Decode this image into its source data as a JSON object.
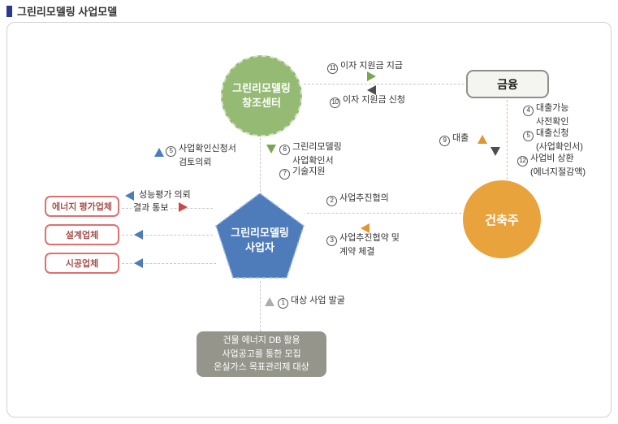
{
  "page": {
    "title": "그린리모델링 사업모델"
  },
  "nodes": {
    "center": {
      "line1": "그린리모델링",
      "line2": "창조센터"
    },
    "finance": {
      "label": "금융"
    },
    "owner": {
      "label": "건축주"
    },
    "operator": {
      "line1": "그린리모델링",
      "line2": "사업자"
    },
    "suppliers": [
      {
        "label": "에너지 평가업체"
      },
      {
        "label": "설계업체"
      },
      {
        "label": "시공업체"
      }
    ],
    "source": {
      "lines": [
        "건물 에너지 DB 활용",
        "사업공고를 통한 모집",
        "온실가스 목표관리제 대상"
      ]
    }
  },
  "flows": {
    "f1": {
      "num": "1",
      "text": "대상 사업 발굴"
    },
    "f2": {
      "num": "2",
      "text": "사업추진협의"
    },
    "f3": {
      "num": "3",
      "line1": "사업추진협약 및",
      "line2": "계약 체결"
    },
    "f4": {
      "num": "4",
      "line1": "대출가능",
      "line2": "사전확인"
    },
    "f5_review": {
      "num": "5",
      "line1": "사업확인신청서",
      "line2": "검토의뢰"
    },
    "f5_loan": {
      "num": "5",
      "line1": "대출신청",
      "line2": "(사업확인서)"
    },
    "f6": {
      "num": "6",
      "line1": "그린리모델링",
      "line2": "사업확인서"
    },
    "f7": {
      "num": "7",
      "text": "기술지원"
    },
    "f9": {
      "num": "9",
      "text": "대출"
    },
    "f10": {
      "num": "10",
      "text": "이자 지원금 신청"
    },
    "f11": {
      "num": "11",
      "text": "이자 지원금 지급"
    },
    "f12": {
      "num": "12",
      "line1": "사업비 상환",
      "line2": "(에너지절감액)"
    },
    "perf_request": {
      "text": "성능평가 의뢰"
    },
    "result_notice": {
      "text": "결과 통보"
    }
  },
  "colors": {
    "title_bar_navy": "#2b3990",
    "center_green": "#94ba74",
    "operator_blue": "#4e7cbb",
    "owner_orange": "#e8a33c",
    "supplier_border_red": "#e07070",
    "source_box_gray": "#95958b",
    "arrow_green": "#79a650",
    "arrow_blue": "#4e7cbb",
    "arrow_orange": "#e2952f",
    "arrow_red": "#cb4a42",
    "arrow_dark": "#4d4d4d",
    "arrow_gray": "#aeaea9"
  }
}
